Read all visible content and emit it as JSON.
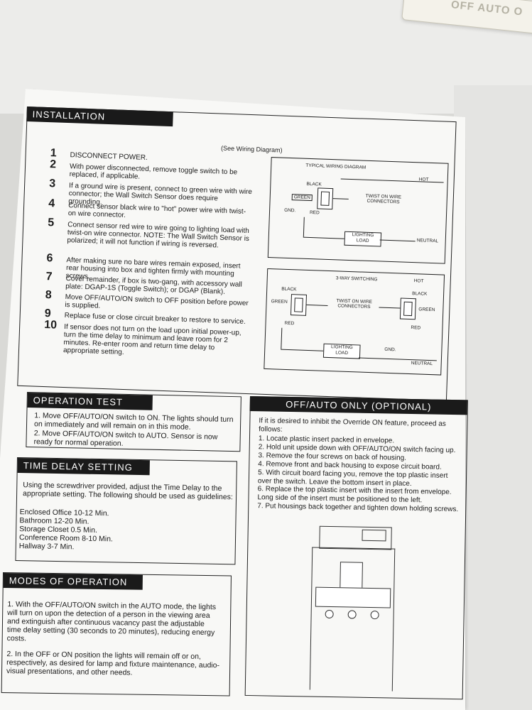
{
  "device_label": "OFF AUTO O",
  "installation": {
    "header": "INSTALLATION",
    "diagram_ref": "(See Wiring Diagram)",
    "steps": [
      {
        "num": "1",
        "text": "DISCONNECT POWER."
      },
      {
        "num": "2",
        "text": "With power disconnected, remove toggle switch to be replaced, if applicable."
      },
      {
        "num": "3",
        "text": "If a ground wire is present, connect to green wire with wire connector; the Wall Switch Sensor does require grounding."
      },
      {
        "num": "4",
        "text": "Connect sensor black wire to \"hot\" power wire with twist-on wire connector."
      },
      {
        "num": "5",
        "text": "Connect sensor red wire to wire going to lighting load with twist-on wire connector. NOTE: The Wall Switch Sensor is polarized; it will not function if wiring is reversed."
      },
      {
        "num": "6",
        "text": "After making sure no bare wires remain exposed, insert rear housing into box and tighten firmly with mounting screws."
      },
      {
        "num": "7",
        "text": "Cover remainder, if box is two-gang, with accessory wall plate: DGAP-1S (Toggle Switch); or DGAP (Blank)."
      },
      {
        "num": "8",
        "text": "Move OFF/AUTO/ON switch to OFF position before power is supplied."
      },
      {
        "num": "9",
        "text": "Replace fuse or close circuit breaker to restore to service."
      },
      {
        "num": "10",
        "text": "If sensor does not turn on the load upon initial power-up, turn the time delay to minimum and leave room for 2 minutes. Re-enter room and return time delay to appropriate setting."
      }
    ]
  },
  "diagram1": {
    "title": "TYPICAL WIRING DIAGRAM",
    "hot": "HOT",
    "black": "BLACK",
    "green": "GREEN",
    "gnd": "GND.",
    "red": "RED",
    "twist": "TWIST ON WIRE CONNECTORS",
    "load": "LIGHTING LOAD",
    "neutral": "NEUTRAL"
  },
  "diagram2": {
    "title": "3-WAY SWITCHING",
    "hot": "HOT",
    "black_left": "BLACK",
    "black_right": "BLACK",
    "green_left": "GREEN",
    "green_right": "GREEN",
    "twist": "TWIST ON WIRE CONNECTORS",
    "red_left": "RED",
    "red_right": "RED",
    "load": "LIGHTING LOAD",
    "gnd": "GND.",
    "neutral": "NEUTRAL"
  },
  "operation_test": {
    "header": "OPERATION TEST",
    "items": [
      "1. Move OFF/AUTO/ON switch to ON. The lights should turn on immediately and will remain on in this mode.",
      "2. Move OFF/AUTO/ON switch to AUTO. Sensor is now ready for normal operation."
    ]
  },
  "time_delay": {
    "header": "TIME DELAY SETTING",
    "intro": "Using the screwdriver provided, adjust the Time Delay to the appropriate setting. The following should be used as guidelines:",
    "guidelines": [
      "Enclosed Office 10-12 Min.",
      "Bathroom 12-20 Min.",
      "Storage Closet 0.5 Min.",
      "Conference Room 8-10 Min.",
      "Hallway 3-7 Min."
    ]
  },
  "modes": {
    "header": "MODES OF OPERATION",
    "items": [
      "1. With the OFF/AUTO/ON switch in the AUTO mode, the lights will turn on upon the detection of a person in the viewing area and extinguish after continuous vacancy past the adjustable time delay setting (30 seconds to 20 minutes), reducing energy costs.",
      "2. In the OFF or ON position the lights will remain off or on, respectively, as desired for lamp and fixture maintenance, audio-visual presentations, and other needs."
    ]
  },
  "off_auto": {
    "header": "OFF/AUTO ONLY (OPTIONAL)",
    "intro": "If it is desired to inhibit the Override ON feature, proceed as follows:",
    "steps": [
      "1. Locate plastic insert packed in envelope.",
      "2. Hold unit upside down with OFF/AUTO/ON switch facing up.",
      "3. Remove the four screws on back of housing.",
      "4. Remove front and back housing to expose circuit board.",
      "5. With circuit board facing you, remove the top plastic insert over the switch. Leave the bottom insert in place.",
      "6. Replace the top plastic insert with the insert from envelope. Long side of the insert must be positioned to the left.",
      "7. Put housings back together and tighten down holding screws."
    ]
  }
}
